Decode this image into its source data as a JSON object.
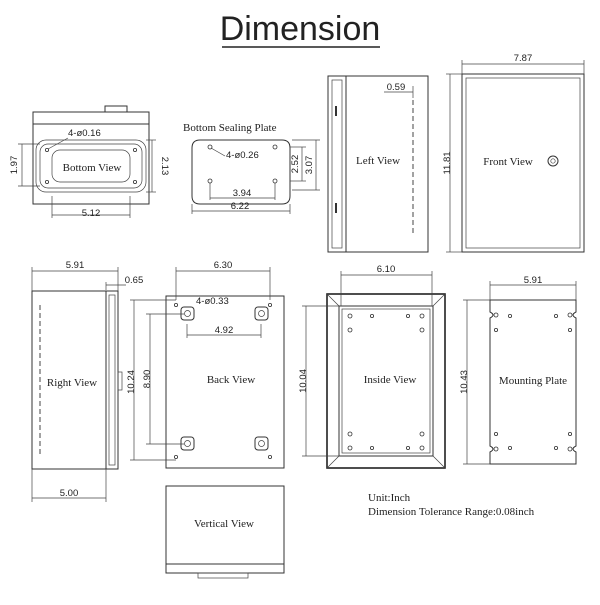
{
  "title": "Dimension",
  "views": {
    "bottom_view": "Bottom View",
    "bottom_sealing_plate": "Bottom Sealing Plate",
    "left_view": "Left View",
    "front_view": "Front View",
    "right_view": "Right View",
    "back_view": "Back View",
    "inside_view": "Inside View",
    "mounting_plate": "Mounting Plate",
    "vertical_view": "Vertical View"
  },
  "dimensions": {
    "bv_holes": "4-ø0.16",
    "bv_height": "1.97",
    "bv_inner_h": "2.13",
    "bv_width": "5.12",
    "bsp_holes": "4-ø0.26",
    "bsp_h1": "2.52",
    "bsp_h2": "3.07",
    "bsp_w1": "3.94",
    "bsp_w2": "6.22",
    "lv_depth": "0.59",
    "fv_width": "7.87",
    "fv_height": "11.81",
    "rv_width": "5.91",
    "rv_flange": "0.65",
    "rv_depth": "5.00",
    "back_width": "6.30",
    "back_holes": "4-ø0.33",
    "back_hole_w": "4.92",
    "back_h": "10.24",
    "back_hole_h": "8.90",
    "inside_w": "6.10",
    "inside_h": "10.04",
    "mp_w": "5.91",
    "mp_h": "10.43"
  },
  "notes": {
    "unit": "Unit:Inch",
    "tolerance": "Dimension Tolerance Range:0.08inch"
  }
}
